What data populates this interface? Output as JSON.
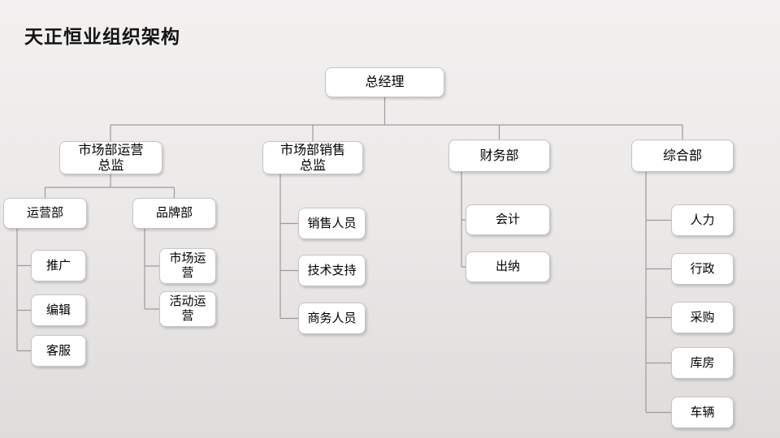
{
  "slide": {
    "title": "天正恒业组织架构"
  },
  "org": {
    "root": {
      "label": "总经理",
      "children": [
        {
          "label": "市场部运营\n总监",
          "children": [
            {
              "label": "运营部",
              "children": [
                {
                  "label": "推广"
                },
                {
                  "label": "编辑"
                },
                {
                  "label": "客服"
                }
              ]
            },
            {
              "label": "品牌部",
              "children": [
                {
                  "label": "市场运\n营"
                },
                {
                  "label": "活动运\n营"
                }
              ]
            }
          ]
        },
        {
          "label": "市场部销售\n总监",
          "children": [
            {
              "label": "销售人员"
            },
            {
              "label": "技术支持"
            },
            {
              "label": "商务人员"
            }
          ]
        },
        {
          "label": "财务部",
          "children": [
            {
              "label": "会计"
            },
            {
              "label": "出纳"
            }
          ]
        },
        {
          "label": "综合部",
          "children": [
            {
              "label": "人力"
            },
            {
              "label": "行政"
            },
            {
              "label": "采购"
            },
            {
              "label": "库房"
            },
            {
              "label": "车辆"
            }
          ]
        }
      ]
    }
  },
  "colors": {
    "background_top": "#f3f1f0",
    "background_bottom": "#dedcdb",
    "node_fill": "#ffffff",
    "node_border": "#c7c5c5",
    "connector": "#9c9a9a",
    "text": "#000000"
  }
}
